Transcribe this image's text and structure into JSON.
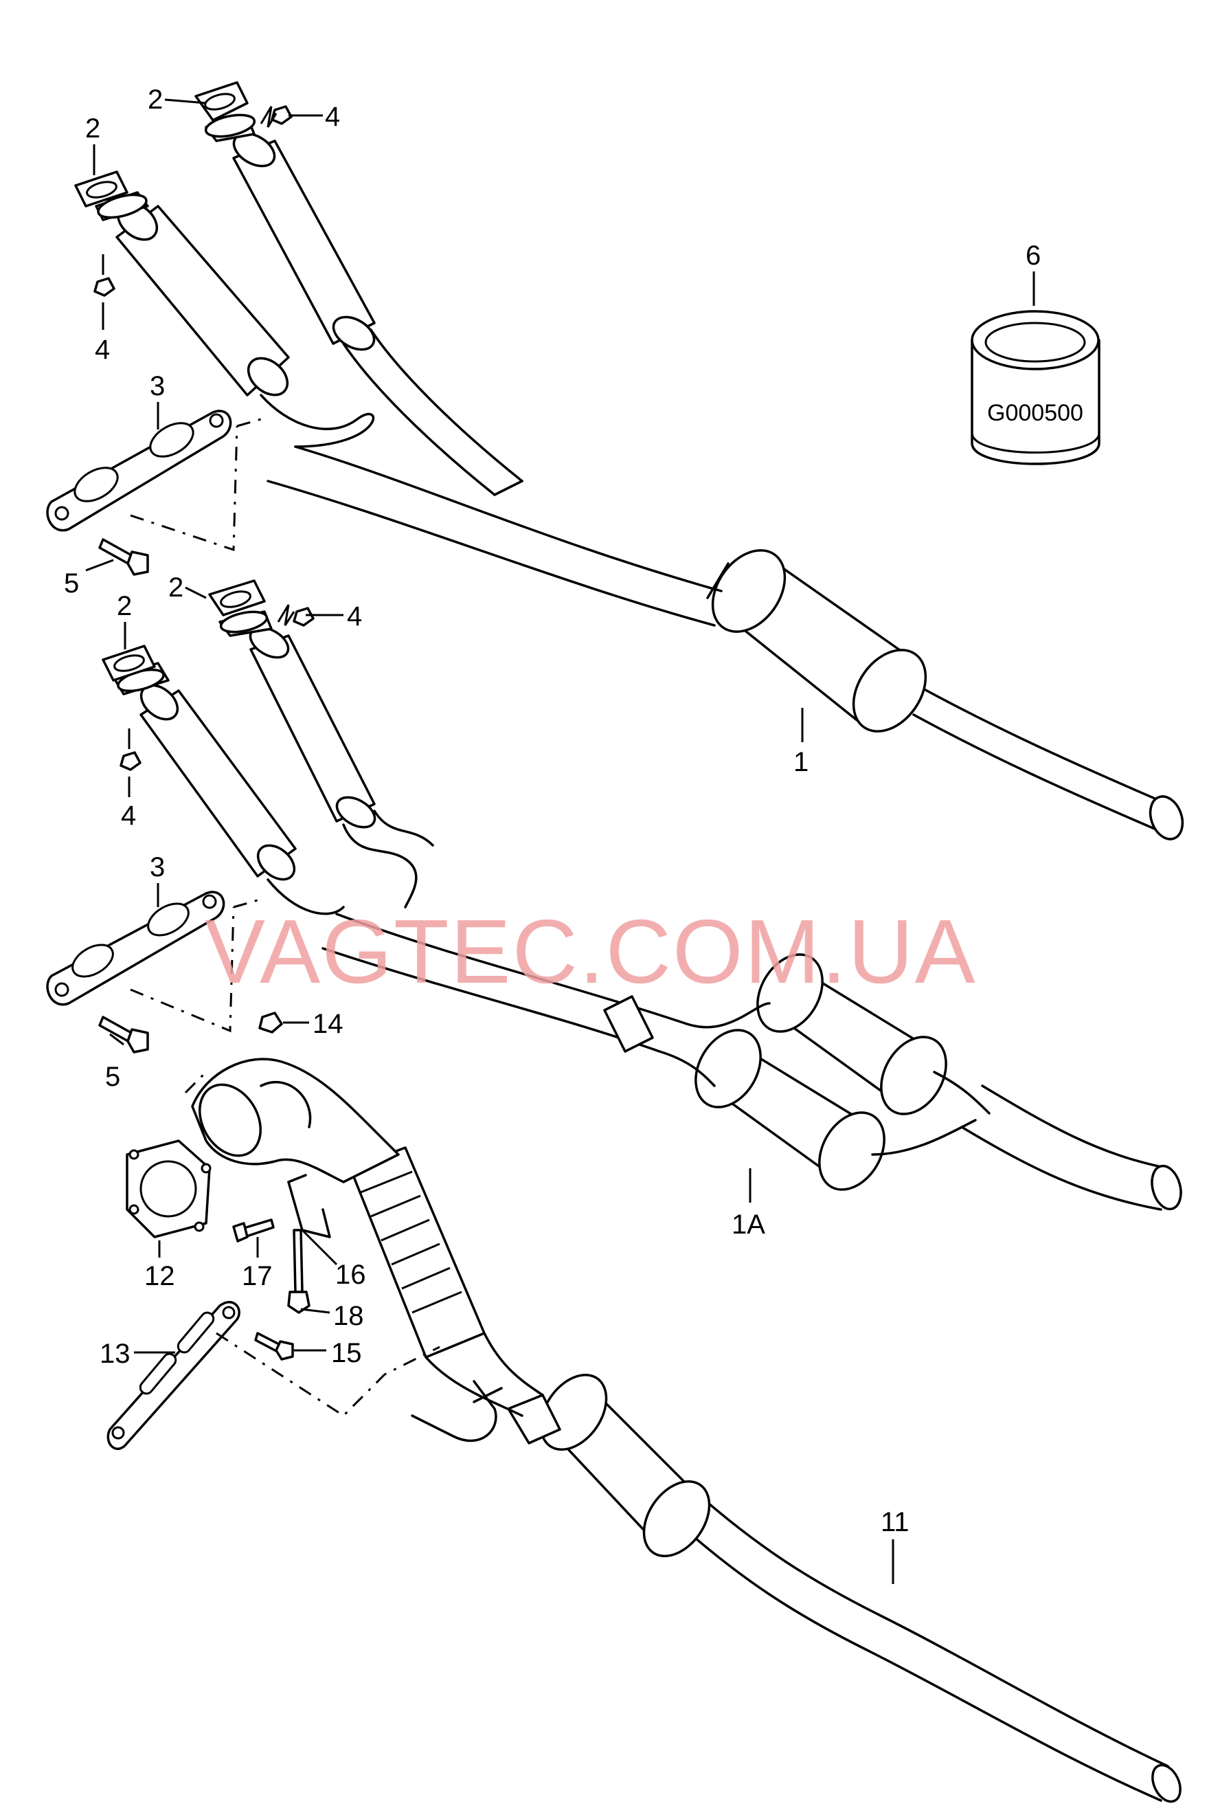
{
  "callouts": {
    "c1": "1",
    "c1a": "1A",
    "c2a": "2",
    "c2b": "2",
    "c2c": "2",
    "c2d": "2",
    "c3a": "3",
    "c3b": "3",
    "c4a": "4",
    "c4b": "4",
    "c4c": "4",
    "c4d": "4",
    "c5a": "5",
    "c5b": "5",
    "c6": "6",
    "c11": "11",
    "c12": "12",
    "c13": "13",
    "c14": "14",
    "c15": "15",
    "c16": "16",
    "c17": "17",
    "c18": "18"
  },
  "part_code": "G000500",
  "watermark": "VAGTEC.COM.UA"
}
